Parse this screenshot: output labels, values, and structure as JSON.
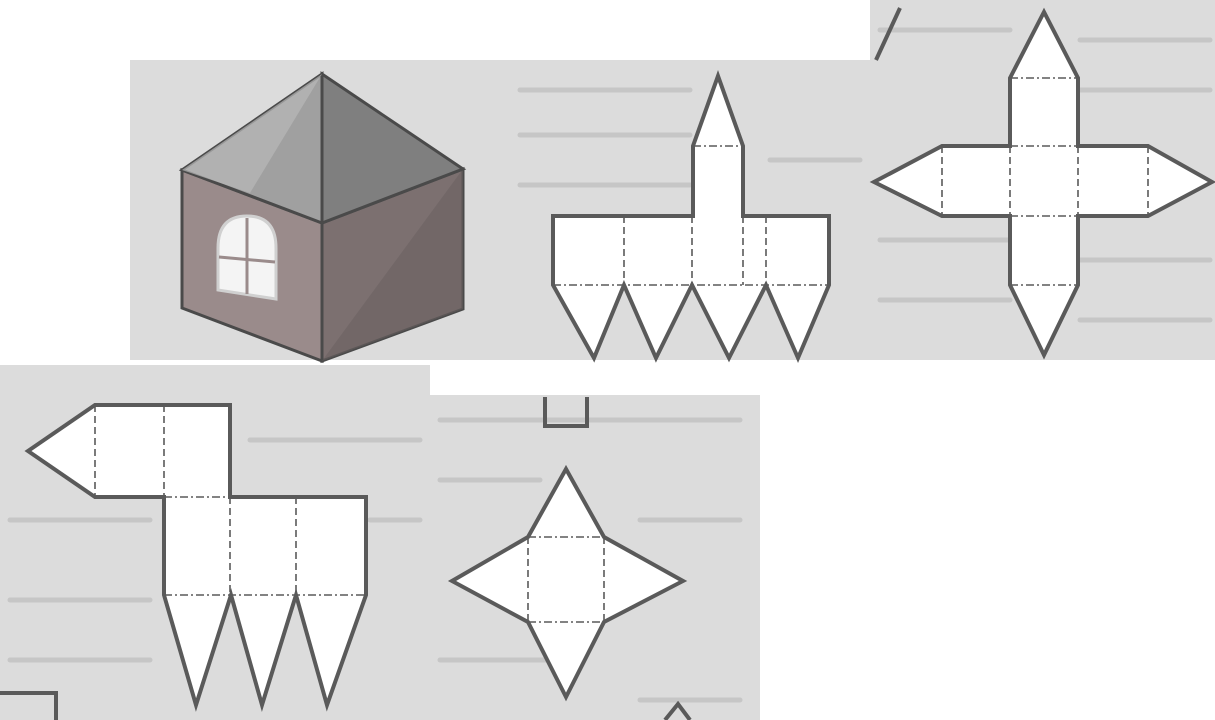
{
  "figure": {
    "house": {
      "window_panes": 4
    },
    "nets": [
      {
        "id": "net-1",
        "shape": "square-prism-with-pyramid-top-and-triangle-teeth"
      },
      {
        "id": "net-2",
        "shape": "cross-net"
      },
      {
        "id": "net-3",
        "shape": "l-shaped-net-with-arrow-and-teeth"
      },
      {
        "id": "net-4",
        "shape": "star-net"
      }
    ]
  },
  "colors": {
    "line": "#5a5a5a",
    "roof_left": "#a0a0a0",
    "roof_right": "#7f7f7f",
    "wall_left": "#9a8b8b",
    "wall_right": "#7c7070",
    "window": "#f4f4f4",
    "background_print": "#dcdcdc"
  }
}
